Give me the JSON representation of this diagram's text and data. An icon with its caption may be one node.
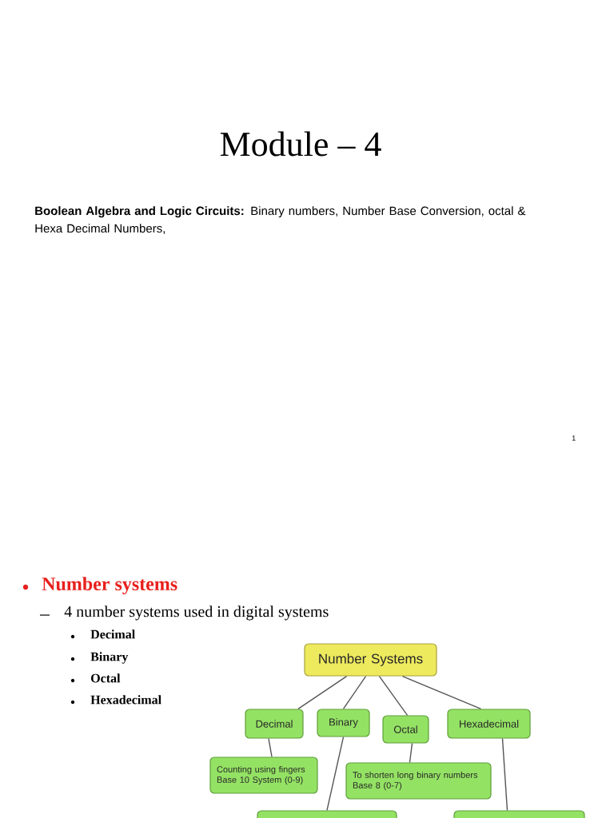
{
  "diagram": {
    "title": "Module – 4",
    "nodes": [
      {
        "text": [
          "Number Systems"
        ]
      },
      {
        "text": [
          "Decimal"
        ]
      },
      {
        "text": [
          "Binary"
        ]
      },
      {
        "text": [
          "Octal"
        ]
      },
      {
        "text": [
          "Hexadecimal"
        ]
      },
      {
        "text": [
          "Counting using fingers",
          "Base 10 System (0-9)"
        ]
      },
      {
        "text": [
          "To shorten long binary numbers",
          "Base 8 (0-7)"
        ]
      },
      {
        "text": [],
        "shape": "box"
      },
      {
        "text": [],
        "shape": "box"
      }
    ],
    "edges": [
      {
        "from": 0,
        "to": 1,
        "arrow": "none"
      },
      {
        "from": 0,
        "to": 2,
        "arrow": "none"
      },
      {
        "from": 0,
        "to": 3,
        "arrow": "none"
      },
      {
        "from": 0,
        "to": 4,
        "arrow": "none"
      },
      {
        "from": 1,
        "to": 5,
        "arrow": "none"
      },
      {
        "from": 3,
        "to": 6,
        "arrow": "none"
      },
      {
        "from": 2,
        "to": 7,
        "arrow": "none"
      },
      {
        "from": 4,
        "to": 8,
        "arrow": "none"
      }
    ],
    "labels": [
      "**Boolean Algebra and Logic Circuits:** Binary numbers, Number Base Conversion, octal & Hexa Decimal Numbers,",
      "1",
      "Number systems",
      "4 number systems used in digital systems",
      "Decimal",
      "Binary",
      "Octal",
      "Hexadecimal"
    ]
  }
}
